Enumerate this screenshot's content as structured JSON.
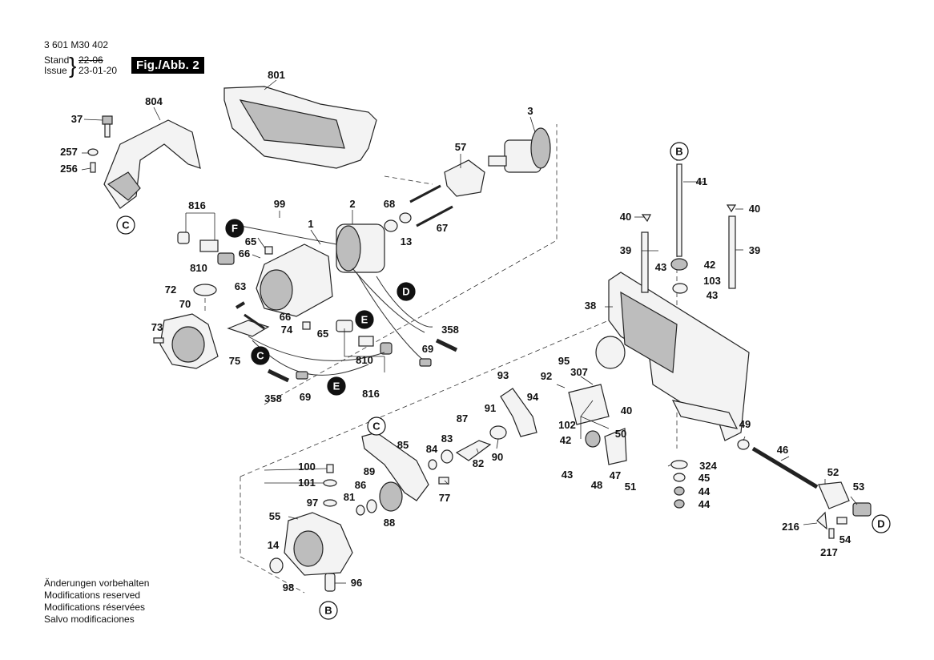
{
  "header": {
    "doc_number": "3 601 M30 402",
    "stand_label": "Stand",
    "issue_label": "Issue",
    "stand_date_struck": "22-06",
    "issue_date": "23-01-20",
    "figure_badge": "Fig./Abb. 2"
  },
  "notes": [
    "Änderungen vorbehalten",
    "Modifications reserved",
    "Modifications réservées",
    "Salvo modificaciones"
  ],
  "part_labels": [
    "801",
    "804",
    "37",
    "257",
    "256",
    "3",
    "57",
    "99",
    "816",
    "2",
    "68",
    "13",
    "67",
    "1",
    "65",
    "66",
    "810",
    "72",
    "70",
    "73",
    "63",
    "74",
    "75",
    "66",
    "65",
    "810",
    "816",
    "358",
    "69",
    "69",
    "358",
    "41",
    "40",
    "40",
    "39",
    "39",
    "43",
    "42",
    "103",
    "43",
    "38",
    "93",
    "95",
    "92",
    "307",
    "94",
    "91",
    "102",
    "42",
    "50",
    "43",
    "48",
    "47",
    "51",
    "40",
    "49",
    "324",
    "45",
    "44",
    "44",
    "46",
    "52",
    "53",
    "216",
    "54",
    "217",
    "87",
    "84",
    "83",
    "82",
    "90",
    "85",
    "89",
    "86",
    "81",
    "88",
    "77",
    "100",
    "101",
    "97",
    "55",
    "14",
    "98",
    "96"
  ],
  "callout_letters": [
    "B",
    "C",
    "F",
    "D",
    "E",
    "E",
    "C",
    "C",
    "B",
    "D"
  ],
  "colors": {
    "ink": "#111111",
    "badge_bg": "#000000",
    "badge_text": "#ffffff",
    "paper": "#ffffff"
  }
}
